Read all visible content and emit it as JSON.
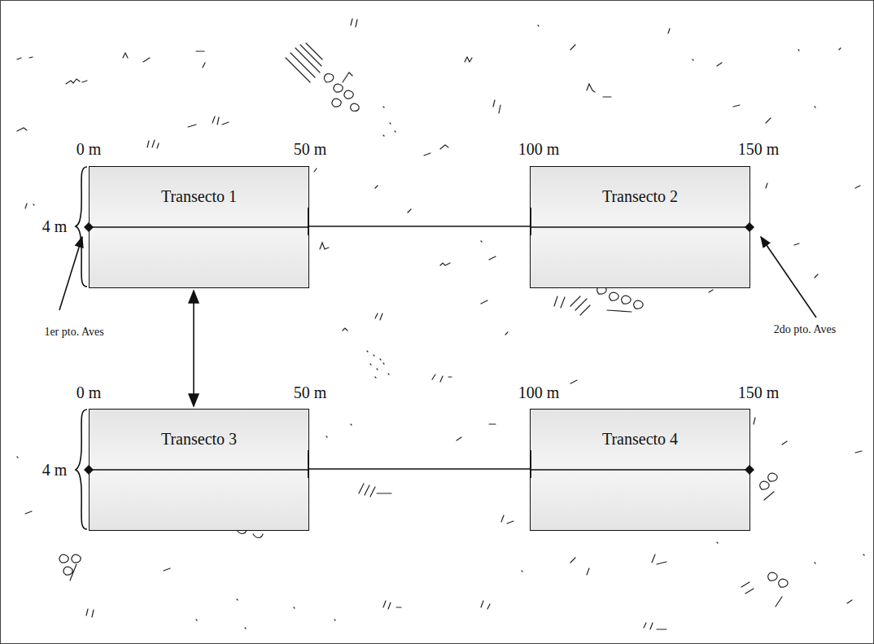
{
  "diagram": {
    "nodes": [
      {
        "text": [
          "Transecto 1"
        ]
      },
      {
        "text": [
          "Transecto 2"
        ]
      },
      {
        "text": [
          "Transecto 3"
        ]
      },
      {
        "text": [
          "Transecto 4"
        ]
      }
    ],
    "edges": [
      {
        "from": 0,
        "to": 1,
        "arrow": "none"
      },
      {
        "from": 2,
        "to": 3,
        "arrow": "none"
      },
      {
        "from": 0,
        "to": 2,
        "arrow": "both"
      }
    ],
    "labels": [
      "0 m",
      "50 m",
      "100 m",
      "150 m",
      "4 m",
      "1er pto. Aves",
      "2do pto. Aves",
      "0 m",
      "50 m",
      "100 m",
      "150 m",
      "4 m"
    ]
  }
}
